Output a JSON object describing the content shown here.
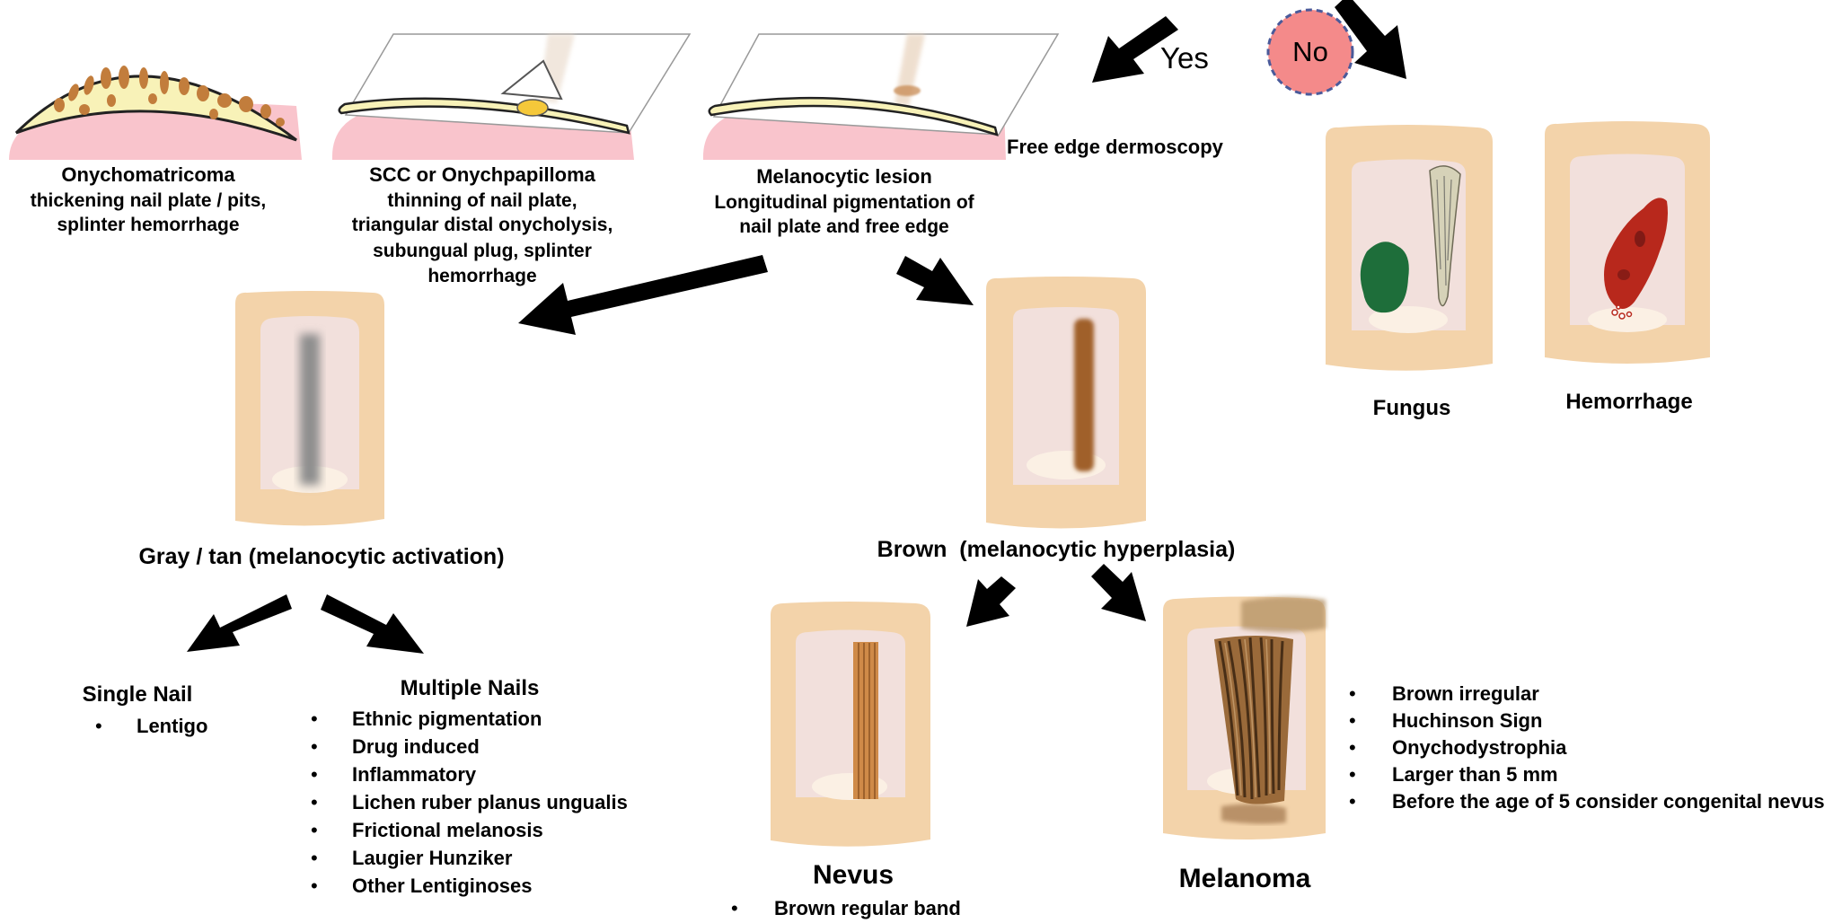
{
  "decision": {
    "yes_label": "Yes",
    "no_label": "No"
  },
  "top_panels": {
    "onychomatricoma": {
      "title": "Onychomatricoma",
      "desc_lines": [
        "thickening nail plate / pits,",
        "splinter hemorrhage"
      ]
    },
    "scc": {
      "title": "SCC or Onychpapilloma",
      "desc_lines": [
        "thinning of nail plate,",
        "triangular distal onycholysis,",
        "subungual plug, splinter",
        "hemorrhage"
      ]
    },
    "melanocytic": {
      "title": "Melanocytic lesion",
      "desc_lines": [
        "Longitudinal pigmentation of",
        "nail plate and free edge"
      ]
    },
    "free_edge_label": "Free edge dermoscopy"
  },
  "no_branch": {
    "fungus_label": "Fungus",
    "hemorrhage_label": "Hemorrhage"
  },
  "gray_branch": {
    "label": "Gray / tan (melanocytic activation)",
    "single": {
      "title": "Single Nail",
      "items": [
        "Lentigo"
      ]
    },
    "multiple": {
      "title": "Multiple Nails",
      "items": [
        "Ethnic pigmentation",
        "Drug induced",
        "Inflammatory",
        "Lichen ruber planus ungualis",
        "Frictional melanosis",
        "Laugier Hunziker",
        "Other Lentiginoses"
      ]
    }
  },
  "brown_branch": {
    "label": "Brown  (melanocytic hyperplasia)",
    "nevus": {
      "title": "Nevus",
      "items": [
        "Brown regular band"
      ]
    },
    "melanoma": {
      "title": "Melanoma",
      "items": [
        "Brown irregular",
        "Huchinson Sign",
        "Onychodystrophia",
        "Larger than 5 mm",
        "Before the age of 5  consider congenital nevus"
      ]
    }
  },
  "colors": {
    "skin": "#f3d3aa",
    "nail_bed": "#f2e0dc",
    "lunula": "#fbf0e4",
    "nail_plate": "#f8f2b8",
    "pink_tissue": "#f9c4cc",
    "no_circle": "#f48a8a",
    "no_circle_border": "#4a5a9a",
    "gray_band": "#8e8e8e",
    "brown_band": "#a0602a",
    "nevus_band": "#cf8a48",
    "fungus_green": "#1e6e3a",
    "hemorrhage_red": "#b8281c",
    "arrow": "#000000"
  }
}
